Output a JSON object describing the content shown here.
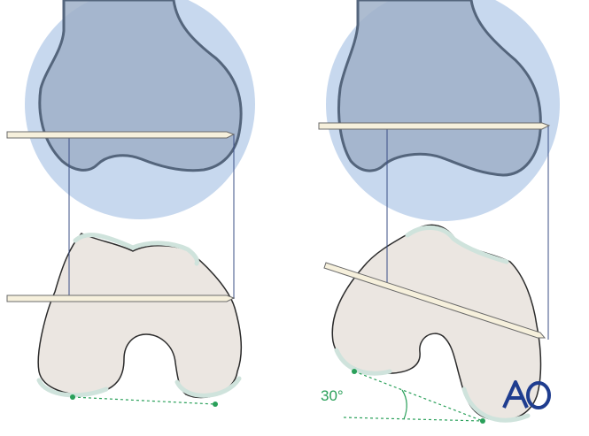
{
  "figure": {
    "panels": [
      "left-view-neutral",
      "right-view-rotated"
    ],
    "angle_label": "30°",
    "logo_text": "AO",
    "colors": {
      "bone_fill": "#9fb0c8",
      "bone_outline": "#54657c",
      "highlight_circle": "#c7d8ee",
      "condyle_fill": "#ebe6e1",
      "cartilage": "#cfe3dc",
      "outline": "#2b2b2b",
      "guide_line": "#3b4f86",
      "pin_fill": "#f6f0dc",
      "pin_outline": "#6b6b6b",
      "angle_green": "#2aa05a",
      "logo_blue": "#1f3d8f"
    }
  }
}
